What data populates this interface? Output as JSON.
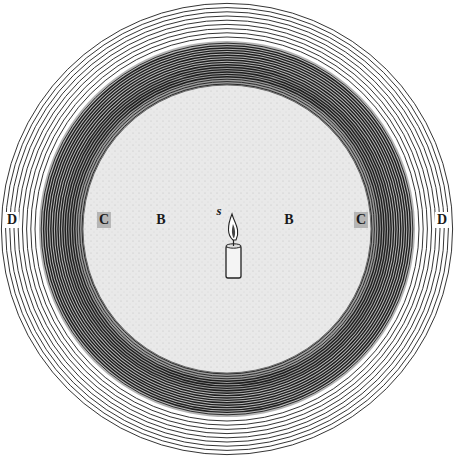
{
  "diagram": {
    "labels": [
      "D",
      "C",
      "B",
      "s",
      "B",
      "C",
      "D"
    ]
  }
}
